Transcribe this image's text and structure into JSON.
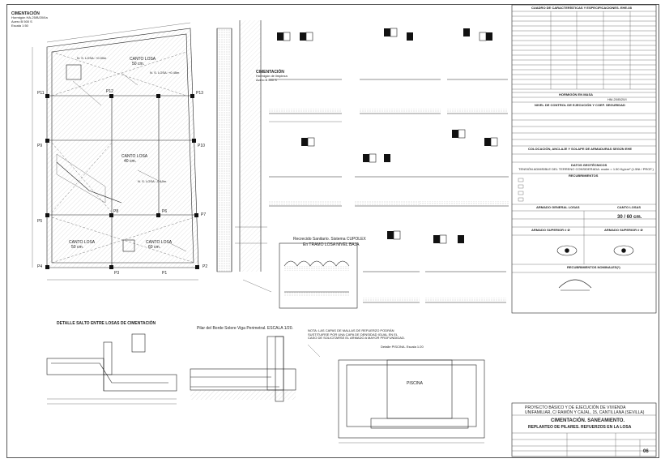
{
  "plan_left": {
    "title": "CIMENTACIÓN",
    "subtitle_lines": [
      "Hormigón HA-25/B/20/IIa",
      "Acero B 500 S",
      "Escala 1:50"
    ],
    "slabs": [
      {
        "label": "CANTO LOSA",
        "value": "50 cm."
      },
      {
        "label": "CANTO LOSA",
        "value": "40 cm."
      },
      {
        "label": "CANTO LOSA",
        "value": "50 cm."
      },
      {
        "label": "CANTO LOSA",
        "value": "60 cm."
      }
    ],
    "pillars": [
      "P11",
      "P12",
      "P13",
      "P10",
      "P9",
      "P8",
      "P7",
      "P6",
      "P5",
      "P4",
      "P3",
      "P2",
      "P1"
    ],
    "cota": [
      "N. S. LOSA: +0.00m",
      "N. S. LOSA: +0.45m",
      "N. S. LOSA: -0.10m"
    ]
  },
  "plan_mid": {
    "title": "CIMENTACIÓN",
    "subtitle_lines": [
      "Hormigón de limpieza",
      "Acero B 500 S"
    ],
    "recess_title": "Recrecido Sanitario. Sistema CUPOLEX",
    "recess_sub": "En TRAMO LOSA NIVEL BAJA",
    "note": "NOTA: LAS CAPAS DE MALLAS DE REFUERZO PODRÁN SUSTITUIRSE POR UNA CAPA DE DENSIDAD IGUAL EN EL CASO DE SOLICITARSE EL ARMADO A MAYOR PROFUNDIDAD.",
    "pool_label": "Detalle PISCINA. Escala 1:20"
  },
  "details": {
    "step_title": "DETALLE SALTO ENTRE LOSAS DE CIMENTACIÓN",
    "edge_title": "Pilar del Borde Solere Viga Perimetral. ESCALA 1/20.",
    "piscina": "PISCINA"
  },
  "spec": {
    "title": "CUADRO DE CARACTERÍSTICAS Y ESPECIFICACIONES. EHE-08",
    "h_masa": "HORMIGÓN EN MASA",
    "h_masa_val": "HM-20/B/20/I",
    "control": "NIVEL DE CONTROL DE EJECUCIÓN Y COEF. SEGURIDAD",
    "anclaje": "COLOCACIÓN, ANCLAJE Y SOLAPE DE ARMADURAS SEGÚN EHE",
    "geotec": "DATOS GEOTÉCNICOS",
    "tension": "TENSIÓN ADMISIBLE DEL TERRENO CONSIDERADA: σadm = 1.50 Kg/cm²  (1.5Nt / PROF.)",
    "recubrim": "RECUBRIMIENTOS",
    "armado_general": "ARMADO GENERAL LOSAS",
    "canto_losas": "CANTO LOSAS",
    "canto_val": "30 / 60 cm.",
    "armado_sup": "ARMADO SUPERIOR # Ø",
    "armado_inf": "ARMADO SUPERIOR # Ø",
    "recub_nominal": "RECUBRIMIENTOS NOMINALES(*)"
  },
  "titleblock": {
    "project": "PROYECTO BÁSICO Y DE EJECUCIÓN DE VIVIENDA",
    "address": "UNIFAMILIAR, C/ RAMÓN Y CAJAL, 15, CANTILLANA (SEVILLA)",
    "plan_line1": "CIMENTACIÓN. SANEAMIENTO.",
    "plan_line2": "REPLANTEO DE PILARES. REFUERZOS EN LA LOSA",
    "sheet_no": "06"
  }
}
